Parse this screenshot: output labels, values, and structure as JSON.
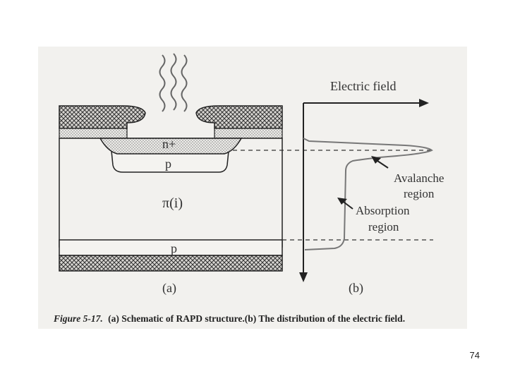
{
  "figure": {
    "structure_labels": {
      "n_plus": "n+",
      "p_upper": "p",
      "pi_region": "π(i)",
      "p_lower": "p"
    },
    "field_plot": {
      "axis_label": "Electric field",
      "avalanche_label_line1": "Avalanche",
      "avalanche_label_line2": "region",
      "absorption_label_line1": "Absorption",
      "absorption_label_line2": "region"
    },
    "subfigure_labels": {
      "a": "(a)",
      "b": "(b)"
    },
    "caption": {
      "prefix": "Figure 5-17.",
      "text": "(a) Schematic of RAPD structure.(b) The distribution of the electric field."
    }
  },
  "slide": {
    "page_number": "74"
  }
}
